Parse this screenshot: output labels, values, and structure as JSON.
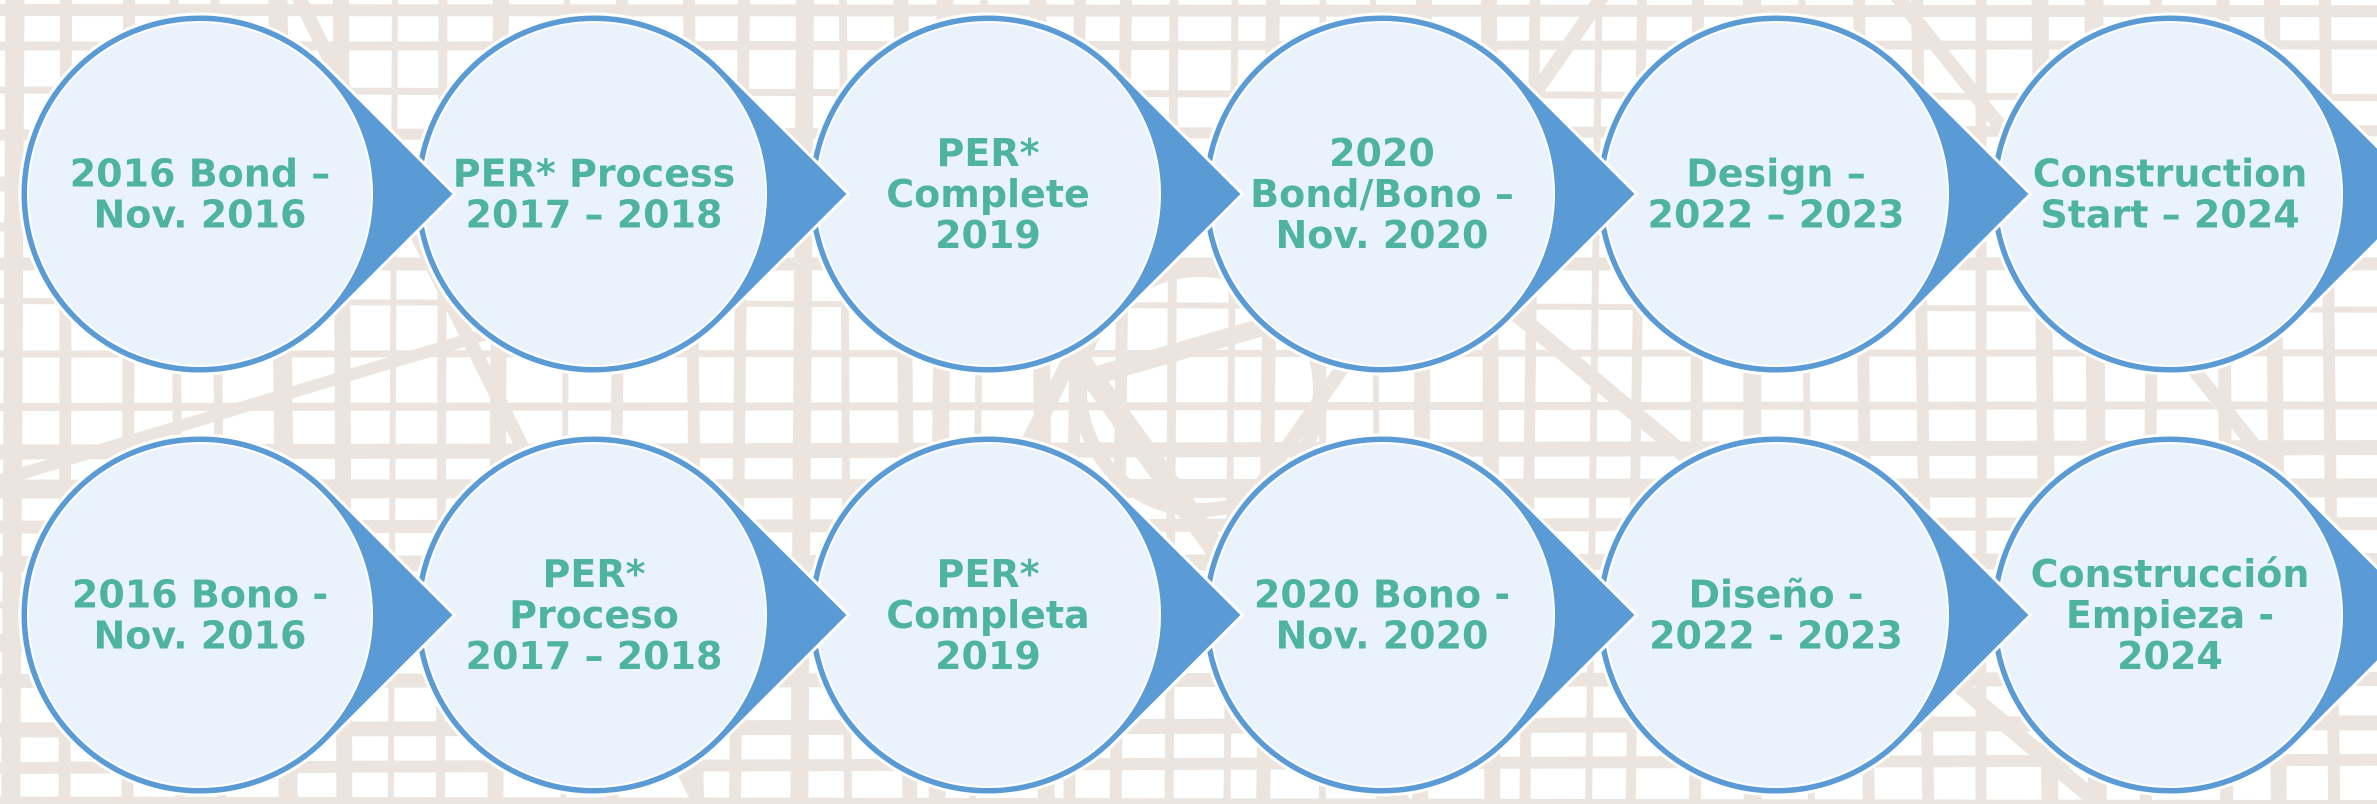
{
  "colors": {
    "map_background": "#ffffff",
    "map_streets": "#ece5df",
    "node_ring": "#5b9bd5",
    "node_fill": "#eaf3fb",
    "label_text": "#4fb3a2"
  },
  "rows": [
    {
      "language": "English",
      "nodes": [
        {
          "lines": [
            "2016 Bond –",
            "Nov. 2016"
          ]
        },
        {
          "lines": [
            "PER* Process",
            "2017 – 2018"
          ]
        },
        {
          "lines": [
            "PER*",
            "Complete",
            "2019"
          ]
        },
        {
          "lines": [
            "2020",
            "Bond/Bono –",
            "Nov. 2020"
          ]
        },
        {
          "lines": [
            "Design –",
            "2022 – 2023"
          ]
        },
        {
          "lines": [
            "Construction",
            "Start – 2024"
          ]
        }
      ]
    },
    {
      "language": "Spanish",
      "nodes": [
        {
          "lines": [
            "2016 Bono -",
            "Nov. 2016"
          ]
        },
        {
          "lines": [
            "PER*",
            "Proceso",
            "2017 – 2018"
          ]
        },
        {
          "lines": [
            "PER*",
            "Completa",
            "2019"
          ]
        },
        {
          "lines": [
            "2020 Bono -",
            "Nov. 2020"
          ]
        },
        {
          "lines": [
            "Diseño -",
            "2022 - 2023"
          ]
        },
        {
          "lines": [
            "Construcción",
            "Empieza  -",
            "2024"
          ]
        }
      ]
    }
  ]
}
